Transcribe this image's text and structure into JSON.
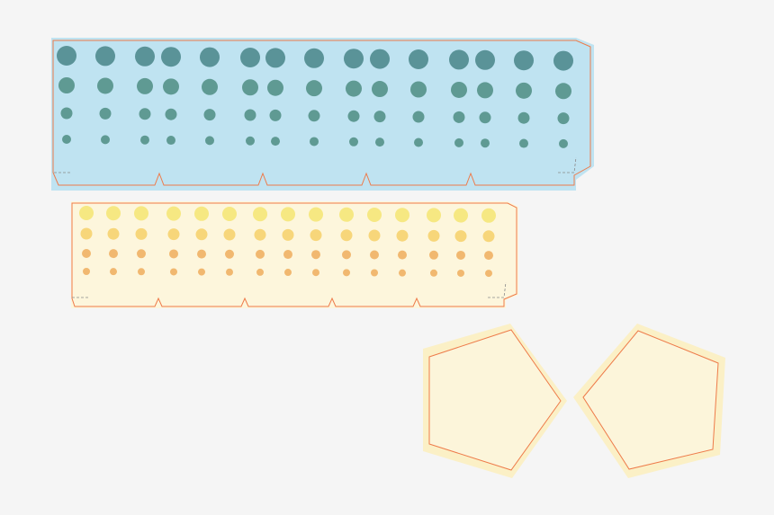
{
  "palette": {
    "background": "#f5f5f5",
    "blue_panel_fill": "#bfe3f1",
    "blue_dot": "#5f9a93",
    "blue_dot_alt": "#5a9398",
    "yellow_panel_fill": "#fdf6dc",
    "yellow_dot": "#f6e882",
    "yellow_dot_mid": "#f7d67a",
    "orange_dot": "#f1b870",
    "cut_line": "#ee7b4a",
    "pentagon_fill": "#fcf5da",
    "pentagon_halo": "#fbf0c6"
  },
  "blue_panel": {
    "dot_columns": 15,
    "dot_rows": 4
  },
  "yellow_panel": {
    "dot_columns": 15,
    "dot_rows": 4
  },
  "pentagons": {
    "count": 2
  }
}
